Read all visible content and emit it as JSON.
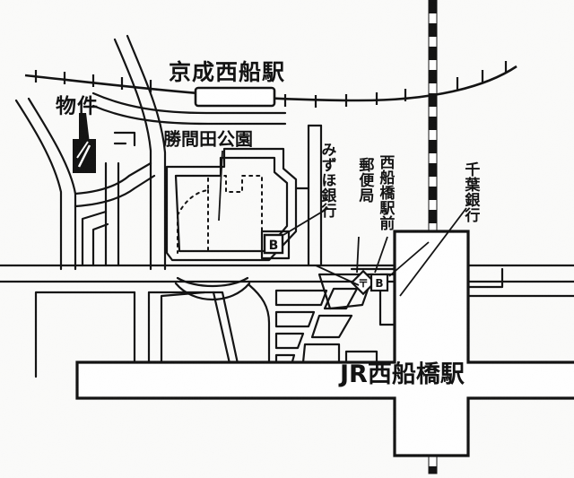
{
  "map": {
    "title_region": "Nishi-Funabashi area access map",
    "background_color": "#fbfbfa",
    "ink_color": "#111111",
    "labels": {
      "keisei_station": "京成西船駅",
      "property": "物件",
      "park": "勝間田公園",
      "mizuho_bank": "みずほ銀行",
      "post_office": "郵便局",
      "post_office_name": "西船橋駅前",
      "chiba_bank": "千葉銀行",
      "jr_station": "JR西船橋駅"
    },
    "icons": {
      "property_marker": "property-block-marker",
      "bank_marker": "bank-symbol-icon",
      "post_marker": "post-office-symbol-icon",
      "railway_keisei": "railway-hatched-line",
      "railway_jr": "railway-dashed-line"
    },
    "features": {
      "keisei_line_style": "hatched-tick-railway",
      "jr_line_style": "black-white-dashed-railway",
      "park_boundary_style": "dotted",
      "station_box_fill": "#ffffff",
      "station_box_stroke": "#111111"
    }
  }
}
